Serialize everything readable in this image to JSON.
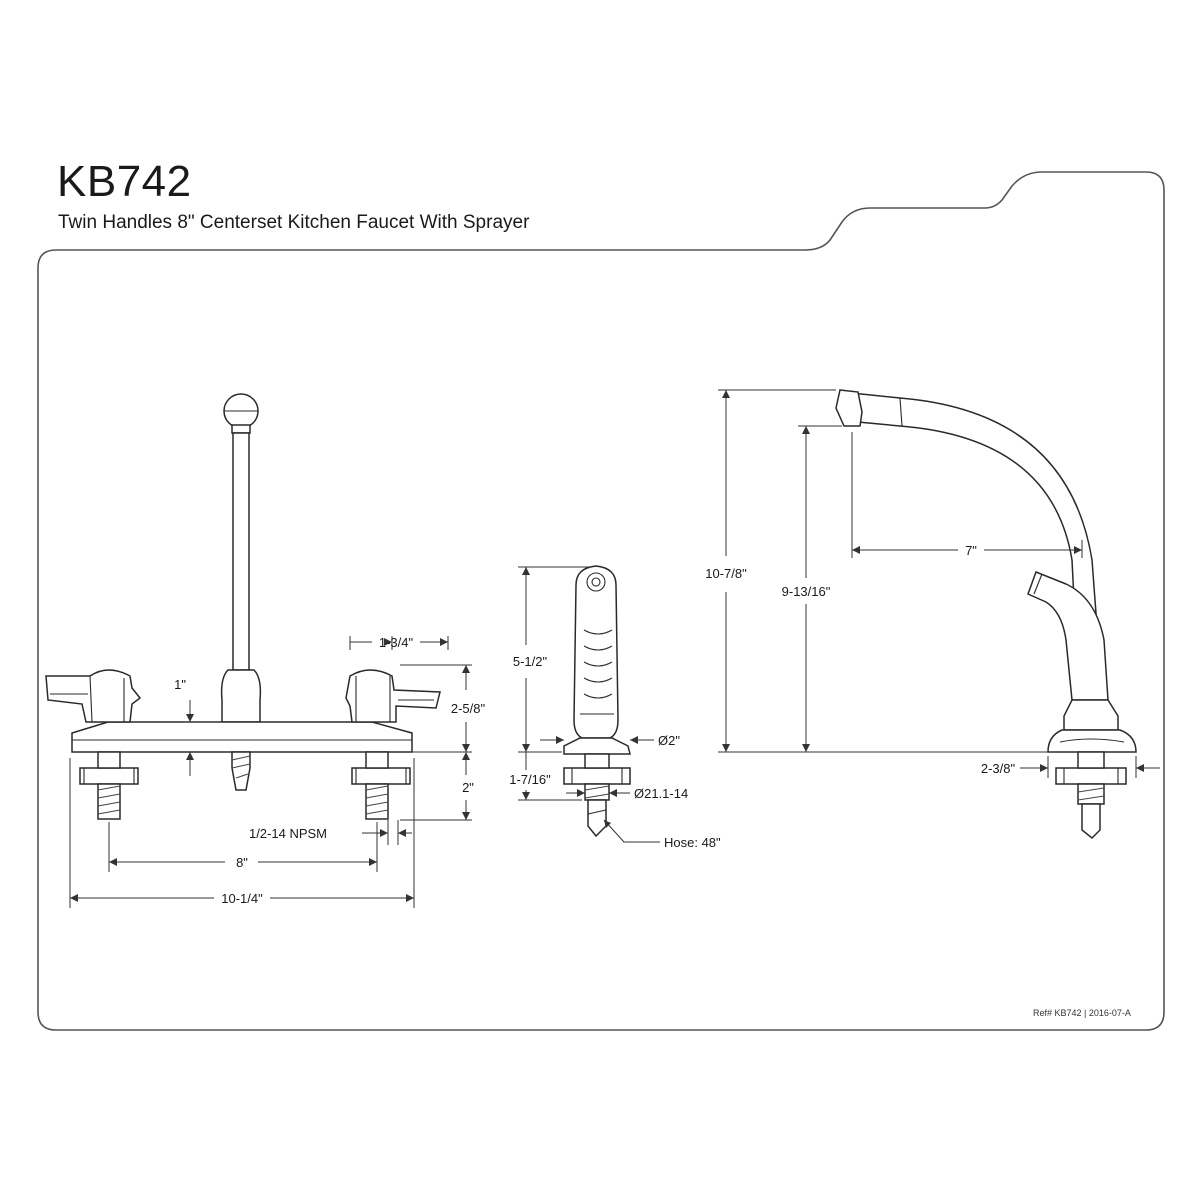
{
  "header": {
    "model": "KB742",
    "description": "Twin Handles 8\" Centerset Kitchen Faucet With Sprayer"
  },
  "footer": {
    "reference": "Ref# KB742 | 2016-07-A"
  },
  "front_view": {
    "handle_height": "1\"",
    "handle_width": "1-3/4\"",
    "deck_height": "2-5/8\"",
    "shank_length": "2\"",
    "thread": "1/2-14 NPSM",
    "center_spacing": "8\"",
    "overall_width": "10-1/4\""
  },
  "sprayer_view": {
    "height": "5-1/2\"",
    "base_diameter": "Ø2\"",
    "shank_length": "1-7/16\"",
    "thread": "Ø21.1-14",
    "hose": "Hose: 48\""
  },
  "side_view": {
    "overall_height": "10-7/8\"",
    "spout_clearance": "9-13/16\"",
    "spout_reach": "7\"",
    "base_width": "2-3/8\""
  }
}
